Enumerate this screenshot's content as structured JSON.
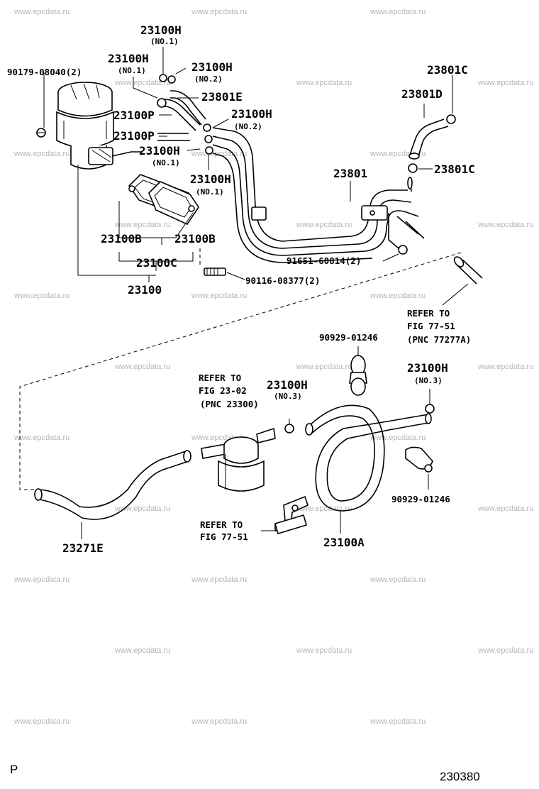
{
  "watermark_text": "www.epcdata.ru",
  "labels": {
    "l_23100h_a": "23100H",
    "l_no1_a": "(NO.1)",
    "l_90179": "90179-08040(2)",
    "l_23100h_b": "23100H",
    "l_no1_b": "(NO.1)",
    "l_23100h_c": "23100H",
    "l_no2_c": "(NO.2)",
    "l_23801e": "23801E",
    "l_23100p_a": "23100P",
    "l_23100h_d": "23100H",
    "l_no2_d": "(NO.2)",
    "l_23100p_b": "23100P",
    "l_23100h_e": "23100H",
    "l_no1_e": "(NO.1)",
    "l_23100h_f": "23100H",
    "l_no1_f": "(NO.1)",
    "l_23801c_a": "23801C",
    "l_23801d": "23801D",
    "l_23801c_b": "23801C",
    "l_23801": "23801",
    "l_23100b_a": "23100B",
    "l_23100b_b": "23100B",
    "l_23100c": "23100C",
    "l_23100": "23100",
    "l_91651": "91651-60814(2)",
    "l_90116": "90116-08377(2)",
    "l_refer_a1": "REFER TO",
    "l_refer_a2": "FIG 77-51",
    "l_refer_a3": "(PNC 77277A)",
    "l_90929_a": "90929-01246",
    "l_refer_b1": "REFER TO",
    "l_refer_b2": "FIG 23-02",
    "l_refer_b3": "(PNC 23300)",
    "l_23100h_g": "23100H",
    "l_no3_g": "(NO.3)",
    "l_23100h_h": "23100H",
    "l_no3_h": "(NO.3)",
    "l_90929_b": "90929-01246",
    "l_refer_c1": "REFER TO",
    "l_refer_c2": "FIG 77-51",
    "l_23271e": "23271E",
    "l_23100a": "23100A",
    "corner_p": "P",
    "fig_code": "230380"
  }
}
